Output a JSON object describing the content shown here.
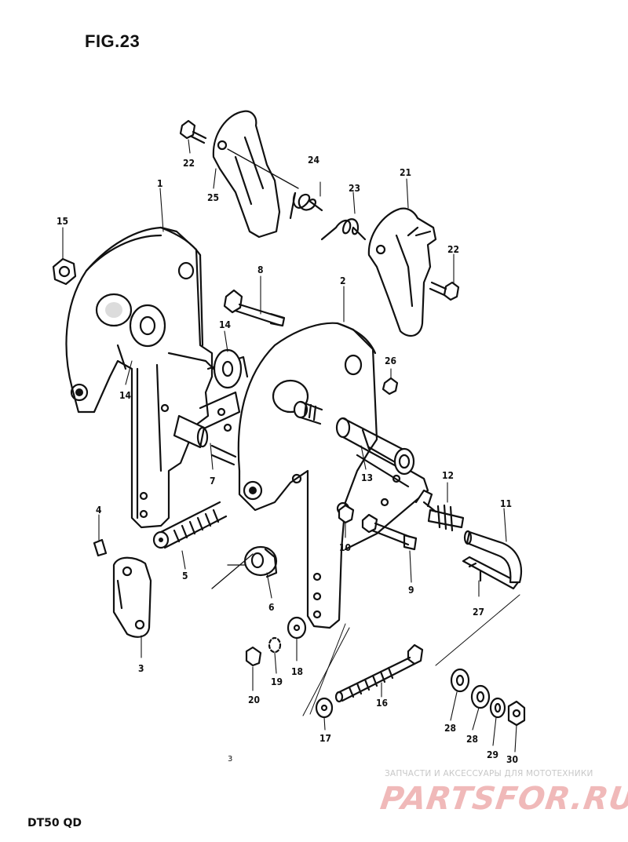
{
  "figure_title": "FIG.23",
  "model": "DT50 QD",
  "page_mark": "3",
  "watermark": {
    "tagline": "ЗАПЧАСТИ И АКСЕССУАРЫ ДЛЯ МОТОТЕХНИКИ",
    "brand": "PARTSFOR.RU",
    "brand_color": "#f0b9b9"
  },
  "callouts": [
    {
      "id": "c1",
      "label": "1"
    },
    {
      "id": "c2",
      "label": "2"
    },
    {
      "id": "c3",
      "label": "3"
    },
    {
      "id": "c4",
      "label": "4"
    },
    {
      "id": "c5",
      "label": "5"
    },
    {
      "id": "c6",
      "label": "6"
    },
    {
      "id": "c7",
      "label": "7"
    },
    {
      "id": "c8",
      "label": "8"
    },
    {
      "id": "c9",
      "label": "9"
    },
    {
      "id": "c10",
      "label": "10"
    },
    {
      "id": "c11",
      "label": "11"
    },
    {
      "id": "c12",
      "label": "12"
    },
    {
      "id": "c13",
      "label": "13"
    },
    {
      "id": "c14a",
      "label": "14"
    },
    {
      "id": "c14b",
      "label": "14"
    },
    {
      "id": "c15",
      "label": "15"
    },
    {
      "id": "c16",
      "label": "16"
    },
    {
      "id": "c17",
      "label": "17"
    },
    {
      "id": "c18",
      "label": "18"
    },
    {
      "id": "c19",
      "label": "19"
    },
    {
      "id": "c20",
      "label": "20"
    },
    {
      "id": "c21",
      "label": "21"
    },
    {
      "id": "c22a",
      "label": "22"
    },
    {
      "id": "c22b",
      "label": "22"
    },
    {
      "id": "c23",
      "label": "23"
    },
    {
      "id": "c24",
      "label": "24"
    },
    {
      "id": "c25",
      "label": "25"
    },
    {
      "id": "c26",
      "label": "26"
    },
    {
      "id": "c27",
      "label": "27"
    },
    {
      "id": "c28a",
      "label": "28"
    },
    {
      "id": "c28b",
      "label": "28"
    },
    {
      "id": "c29",
      "label": "29"
    },
    {
      "id": "c30",
      "label": "30"
    }
  ]
}
